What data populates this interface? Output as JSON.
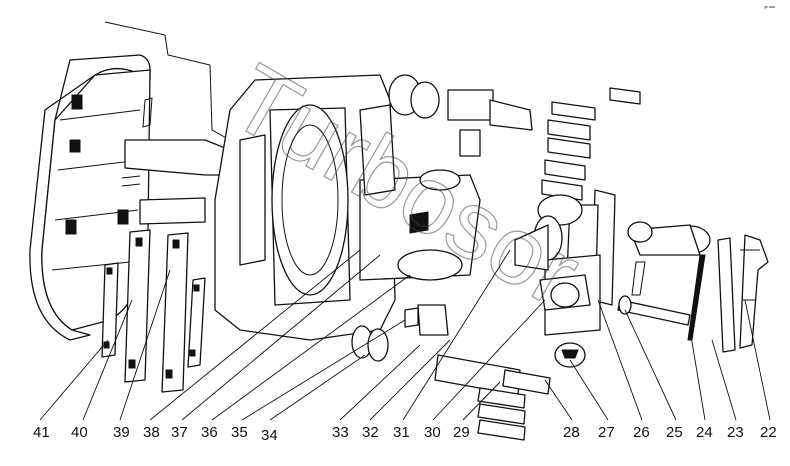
{
  "watermark": "Turbosor",
  "corner_mark": "ᵍᵇ ᵃᵃᵃ",
  "colors": {
    "ink": "#111111",
    "paper": "#ffffff",
    "watermark": "#444444"
  },
  "callouts": [
    "41",
    "40",
    "39",
    "38",
    "37",
    "36",
    "35",
    "34",
    "33",
    "32",
    "31",
    "30",
    "29",
    "28",
    "27",
    "26",
    "25",
    "24",
    "23",
    "22"
  ]
}
